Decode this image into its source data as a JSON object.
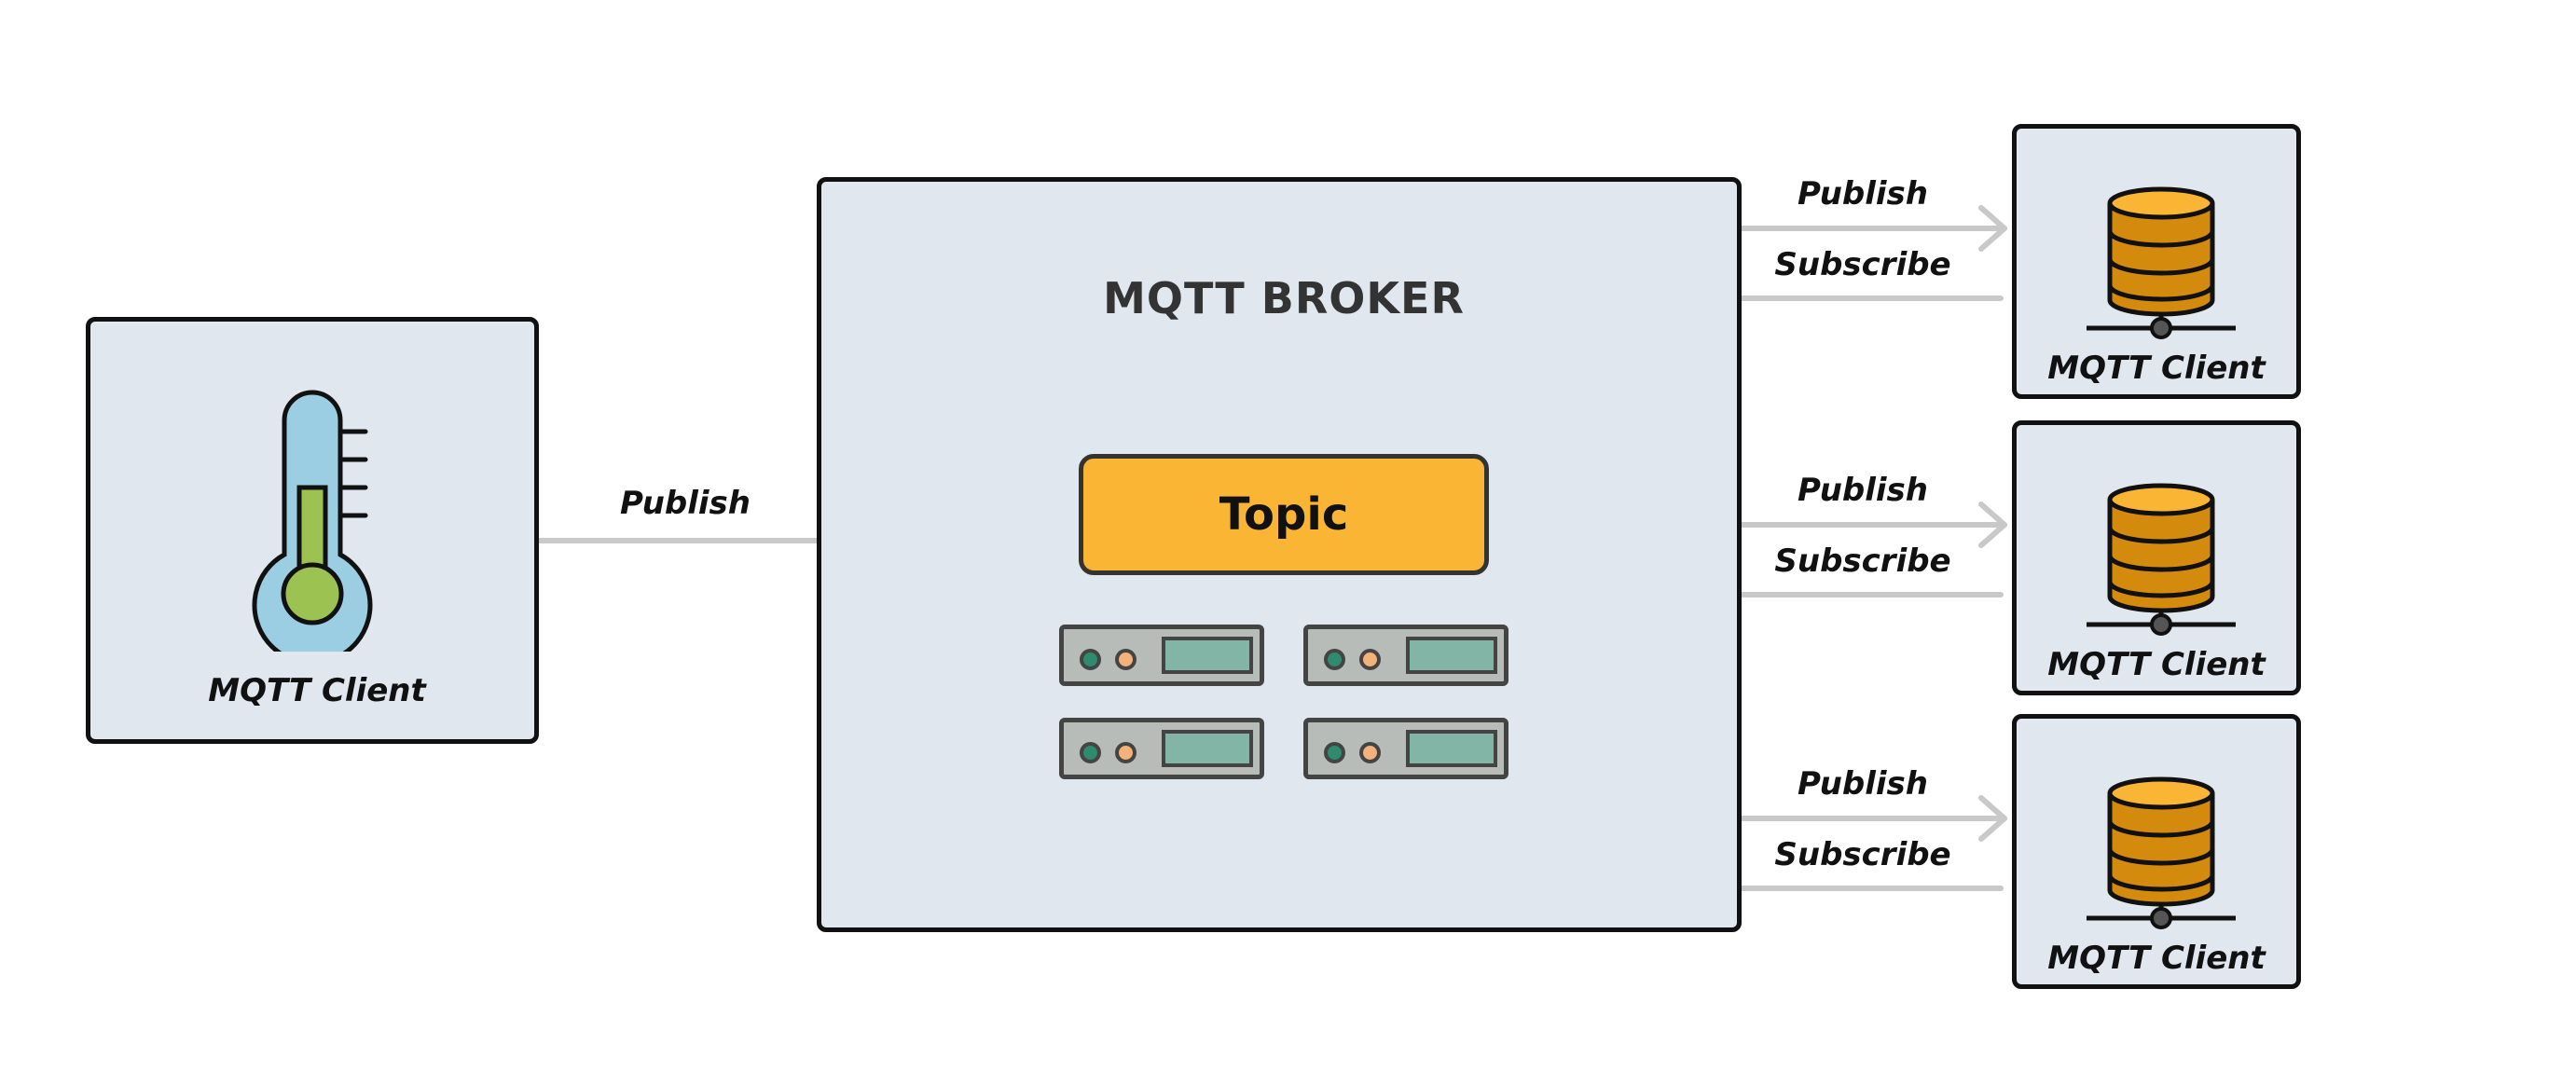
{
  "left_client": {
    "label": "MQTT Client",
    "icon": "thermometer-icon"
  },
  "left_arrow": {
    "label": "Publish"
  },
  "broker": {
    "title": "MQTT BROKER",
    "topic": "Topic",
    "servers_icon": "server-icon"
  },
  "right_clients": [
    {
      "label": "MQTT Client",
      "icon": "database-icon",
      "publish_label": "Publish",
      "subscribe_label": "Subscribe"
    },
    {
      "label": "MQTT Client",
      "icon": "database-icon",
      "publish_label": "Publish",
      "subscribe_label": "Subscribe"
    },
    {
      "label": "MQTT Client",
      "icon": "database-icon",
      "publish_label": "Publish",
      "subscribe_label": "Subscribe"
    }
  ],
  "colors": {
    "panel_bg": "#e0e7ee",
    "topic": "#fbb535",
    "database": "#d48a0c",
    "arrow": "#c9c9c9",
    "thermo_bulb": "#9ccee3",
    "thermo_fluid": "#9cc352"
  }
}
